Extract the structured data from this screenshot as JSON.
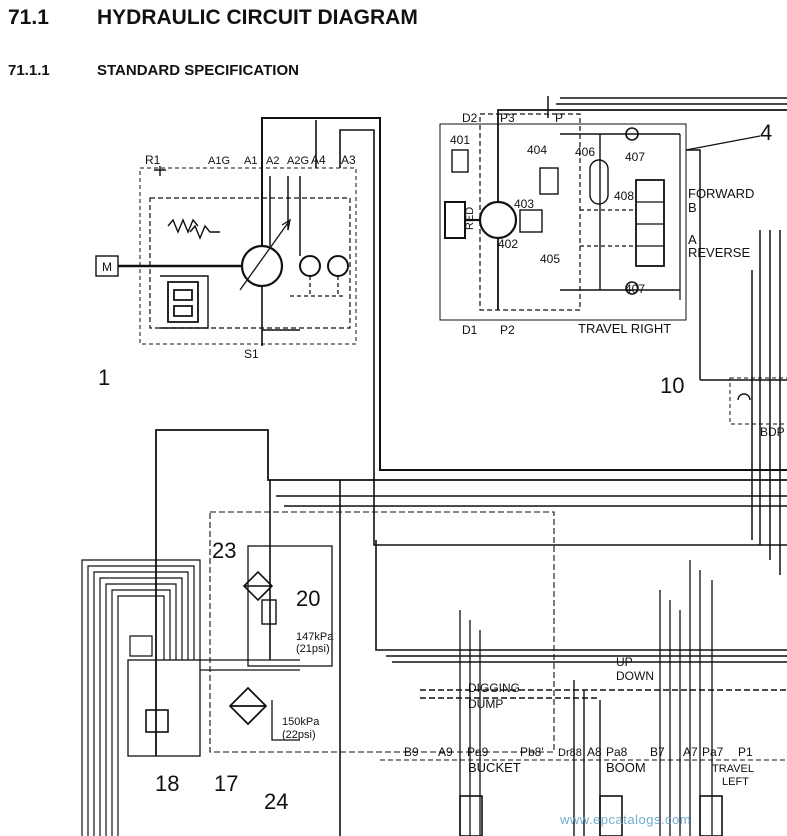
{
  "header": {
    "section_number": "71.1",
    "section_title": "HYDRAULIC CIRCUIT DIAGRAM",
    "subsection_number": "71.1.1",
    "subsection_title": "STANDARD SPECIFICATION"
  },
  "callouts": {
    "c1": "1",
    "c4": "4",
    "c10": "10",
    "c17": "17",
    "c18": "18",
    "c20": "20",
    "c23": "23",
    "c24": "24"
  },
  "pump_ports": {
    "r1": "R1",
    "a1g": "A1G",
    "a1": "A1",
    "a2": "A2",
    "a2g": "A2G",
    "a4": "A4",
    "a3": "A3",
    "s1": "S1",
    "motor": "M"
  },
  "travel_motor": {
    "d2": "D2",
    "p3": "P3",
    "p": "P",
    "d1": "D1",
    "p2": "P2",
    "c401": "401",
    "c402": "402",
    "c403": "403",
    "c404": "404",
    "c405": "405",
    "c406": "406",
    "c407_top": "407",
    "c407_bottom": "407",
    "c408": "408",
    "red": "RED",
    "forward": "FORWARD",
    "b": "B",
    "a": "A",
    "reverse": "REVERSE",
    "travel_right": "TRAVEL RIGHT"
  },
  "filters": {
    "pressure_147": "147kPa",
    "psi_21": "(21psi)",
    "pressure_150": "150kPa",
    "psi_22": "(22psi)"
  },
  "valve": {
    "up": "UP",
    "down": "DOWN",
    "digging": "DIGGING",
    "dump": "DUMP",
    "b9": "B9",
    "a9": "A9",
    "pa9": "Pa9",
    "pb8": "Pb8'",
    "dr": "Dr88",
    "a8": "A8",
    "pa8": "Pa8",
    "b7": "B7",
    "a7": "A7",
    "pa7": "Pa7",
    "p1": "P1",
    "bucket": "BUCKET",
    "boom": "BOOM",
    "travel": "TRAVEL",
    "left": "LEFT"
  },
  "misc": {
    "bdp": "BDP"
  },
  "watermark": "www.epcatalogs.com"
}
